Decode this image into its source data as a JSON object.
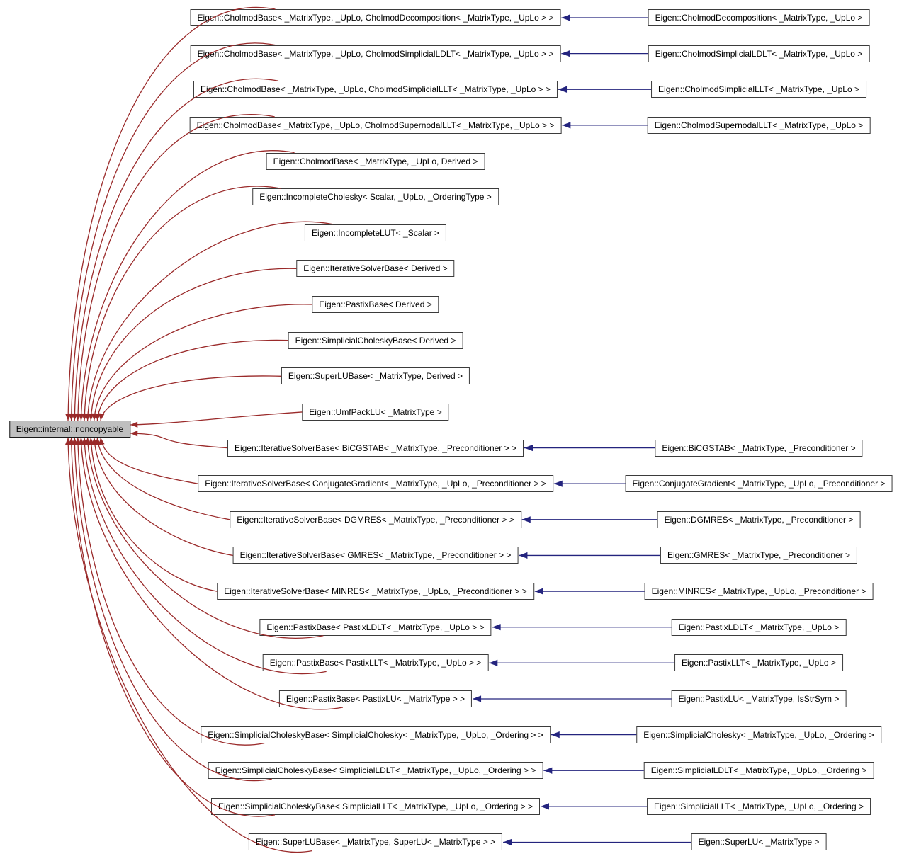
{
  "diagram": {
    "title": "Inheritance graph for Eigen::internal::noncopyable",
    "root": {
      "label": "Eigen::internal::noncopyable"
    },
    "rows": [
      {
        "mid": "Eigen::CholmodBase< _MatrixType, _UpLo, CholmodDecomposition< _MatrixType, _UpLo > >",
        "right": "Eigen::CholmodDecomposition< _MatrixType, _UpLo >"
      },
      {
        "mid": "Eigen::CholmodBase< _MatrixType, _UpLo, CholmodSimplicialLDLT< _MatrixType, _UpLo > >",
        "right": "Eigen::CholmodSimplicialLDLT< _MatrixType, _UpLo >"
      },
      {
        "mid": "Eigen::CholmodBase< _MatrixType, _UpLo, CholmodSimplicialLLT< _MatrixType, _UpLo > >",
        "right": "Eigen::CholmodSimplicialLLT< _MatrixType, _UpLo >"
      },
      {
        "mid": "Eigen::CholmodBase< _MatrixType, _UpLo, CholmodSupernodalLLT< _MatrixType, _UpLo > >",
        "right": "Eigen::CholmodSupernodalLLT< _MatrixType, _UpLo >"
      },
      {
        "mid": "Eigen::CholmodBase< _MatrixType, _UpLo, Derived >",
        "right": null
      },
      {
        "mid": "Eigen::IncompleteCholesky< Scalar, _UpLo, _OrderingType >",
        "right": null
      },
      {
        "mid": "Eigen::IncompleteLUT< _Scalar >",
        "right": null
      },
      {
        "mid": "Eigen::IterativeSolverBase< Derived >",
        "right": null
      },
      {
        "mid": "Eigen::PastixBase< Derived >",
        "right": null
      },
      {
        "mid": "Eigen::SimplicialCholeskyBase< Derived >",
        "right": null
      },
      {
        "mid": "Eigen::SuperLUBase< _MatrixType, Derived >",
        "right": null
      },
      {
        "mid": "Eigen::UmfPackLU< _MatrixType >",
        "right": null
      },
      {
        "mid": "Eigen::IterativeSolverBase< BiCGSTAB< _MatrixType, _Preconditioner > >",
        "right": "Eigen::BiCGSTAB< _MatrixType, _Preconditioner >"
      },
      {
        "mid": "Eigen::IterativeSolverBase< ConjugateGradient< _MatrixType, _UpLo, _Preconditioner > >",
        "right": "Eigen::ConjugateGradient< _MatrixType, _UpLo, _Preconditioner >"
      },
      {
        "mid": "Eigen::IterativeSolverBase< DGMRES< _MatrixType, _Preconditioner > >",
        "right": "Eigen::DGMRES< _MatrixType, _Preconditioner >"
      },
      {
        "mid": "Eigen::IterativeSolverBase< GMRES< _MatrixType, _Preconditioner > >",
        "right": "Eigen::GMRES< _MatrixType, _Preconditioner >"
      },
      {
        "mid": "Eigen::IterativeSolverBase< MINRES< _MatrixType, _UpLo, _Preconditioner > >",
        "right": "Eigen::MINRES< _MatrixType, _UpLo, _Preconditioner >"
      },
      {
        "mid": "Eigen::PastixBase< PastixLDLT< _MatrixType, _UpLo > >",
        "right": "Eigen::PastixLDLT< _MatrixType, _UpLo >"
      },
      {
        "mid": "Eigen::PastixBase< PastixLLT< _MatrixType, _UpLo > >",
        "right": "Eigen::PastixLLT< _MatrixType, _UpLo >"
      },
      {
        "mid": "Eigen::PastixBase< PastixLU< _MatrixType > >",
        "right": "Eigen::PastixLU< _MatrixType, IsStrSym >"
      },
      {
        "mid": "Eigen::SimplicialCholeskyBase< SimplicialCholesky< _MatrixType, _UpLo, _Ordering > >",
        "right": "Eigen::SimplicialCholesky< _MatrixType, _UpLo, _Ordering >"
      },
      {
        "mid": "Eigen::SimplicialCholeskyBase< SimplicialLDLT< _MatrixType, _UpLo, _Ordering > >",
        "right": "Eigen::SimplicialLDLT< _MatrixType, _UpLo, _Ordering >"
      },
      {
        "mid": "Eigen::SimplicialCholeskyBase< SimplicialLLT< _MatrixType, _UpLo, _Ordering > >",
        "right": "Eigen::SimplicialLLT< _MatrixType, _UpLo, _Ordering >"
      },
      {
        "mid": "Eigen::SuperLUBase< _MatrixType, SuperLU< _MatrixType > >",
        "right": "Eigen::SuperLU< _MatrixType >"
      }
    ],
    "colors": {
      "private_inheritance_edge": "#9a2a2a",
      "public_inheritance_edge": "#24247e",
      "node_border": "#3b3b3b",
      "root_fill": "#bfbfbf",
      "node_fill": "#ffffff",
      "background": "#ffffff"
    }
  }
}
